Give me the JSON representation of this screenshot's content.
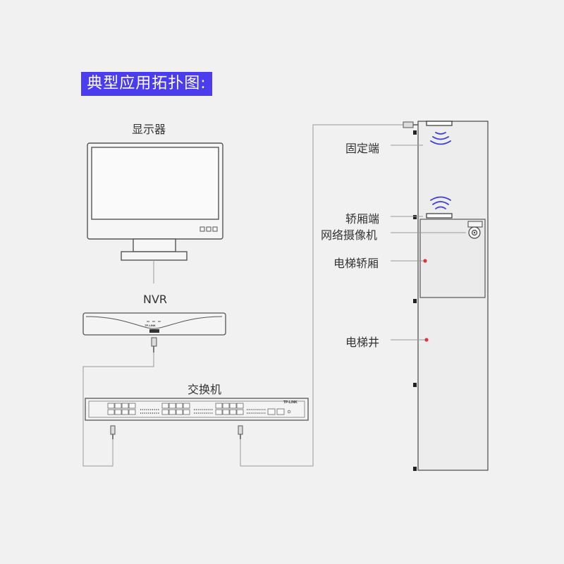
{
  "title": "典型应用拓扑图:",
  "devices": {
    "monitor": "显示器",
    "nvr": "NVR",
    "nvr_brand": "TP-LINK",
    "switch": "交换机",
    "switch_brand": "TP-LINK"
  },
  "callouts": {
    "fixed_end": "固定端",
    "car_end": "轿厢端",
    "camera": "网络摄像机",
    "car": "电梯轿厢",
    "shaft": "电梯井"
  },
  "colors": {
    "background": "#f1f1f1",
    "title_bg": "#4a3df0",
    "wifi": "#3b3fd8",
    "callout_dot": "#d9363e",
    "line": "#999999",
    "outline": "#555555"
  }
}
